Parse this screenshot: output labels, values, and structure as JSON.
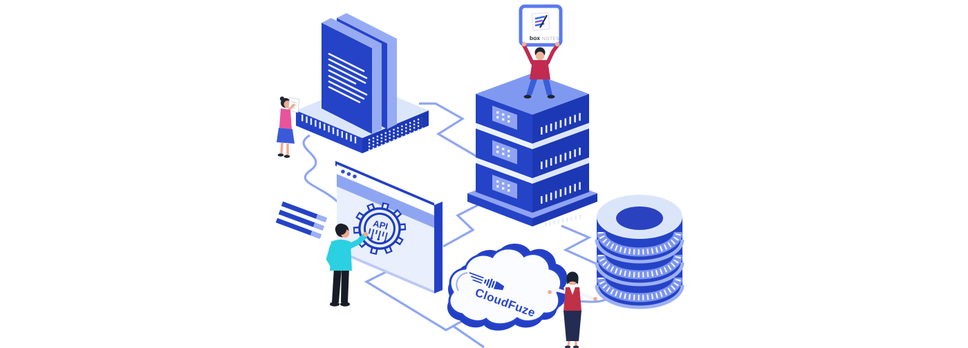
{
  "illustration": {
    "box_notes_card": {
      "brand": "box",
      "product": "NOTES"
    },
    "api_gear": {
      "label": "API"
    },
    "cloud": {
      "brand": "CloudFuze"
    }
  },
  "colors": {
    "primary_blue": "#2443c6",
    "deep_blue": "#1d38b4",
    "periwinkle_top": "#8099f0",
    "panel_blue": "#8fa3f2",
    "pale_blue": "#e9effc",
    "connector_line": "#8ea6f0",
    "outline_navy": "#2644cc",
    "accent_red": "#c22a50",
    "accent_teal": "#2ed0e0",
    "accent_pink": "#e8549c",
    "jeans_blue": "#3a5ed8",
    "navy_skirt": "#232c52",
    "card_border": "#5b79ef",
    "note_line_blue": "#2f6af0",
    "note_line_purple": "#8b5cf6"
  }
}
